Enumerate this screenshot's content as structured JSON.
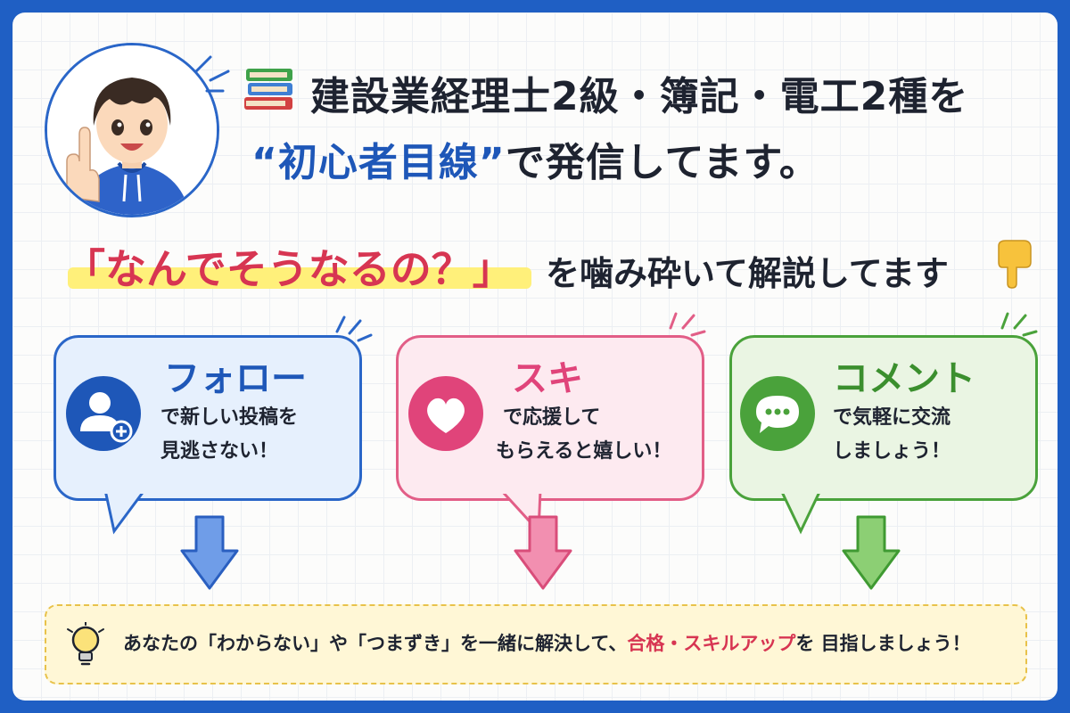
{
  "header": {
    "line1": "建設業経理士2級・簿記・電工2種を",
    "line2_quote": "“初心者目線”",
    "line2_rest": "で発信してます。",
    "books_icon": "books-icon",
    "accent_color": "#1e57b8"
  },
  "highlight": {
    "text": "「なんでそうなるの？」",
    "rest": "を噛み砕いて解説してます",
    "pointing_icon": "pointing-down-hand-icon",
    "color": "#d73552"
  },
  "cards": [
    {
      "title": "フォロー",
      "line1": "で新しい投稿を",
      "line2": "見逃さない！",
      "icon": "add-user-icon",
      "color": "#1e57b8"
    },
    {
      "title": "スキ",
      "line1": "で応援して",
      "line2": "もらえると嬉しい！",
      "icon": "heart-icon",
      "color": "#e0447a"
    },
    {
      "title": "コメント",
      "line1": "で気軽に交流",
      "line2": "しましょう！",
      "icon": "chat-bubble-icon",
      "color": "#3b8f2e"
    }
  ],
  "footer": {
    "icon": "lightbulb-icon",
    "part1": "あなたの「わからない」や「つまずき」を一緒に解決して、",
    "highlight": "合格・スキルアップ",
    "part2": "を 目指しましょう！"
  }
}
